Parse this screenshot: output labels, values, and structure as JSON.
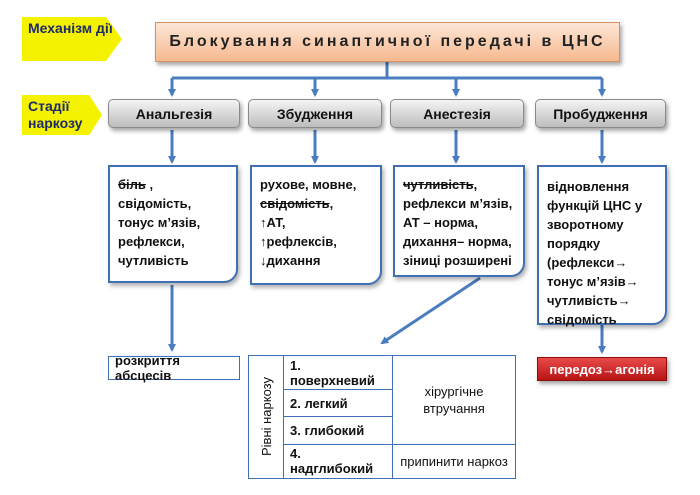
{
  "labels": {
    "mechanism": "Механізм дії",
    "stages": "Стадії наркозу"
  },
  "title": "Блокування синаптичної передачі в ЦНС",
  "stages": [
    {
      "name": "Анальгезія"
    },
    {
      "name": "Збудження"
    },
    {
      "name": "Анестезія"
    },
    {
      "name": "Пробудження"
    }
  ],
  "cards": {
    "analgesia": [
      "біль",
      " ,",
      "свідомість,",
      "тонус м’язів,",
      "рефлекси,",
      "чутливість"
    ],
    "excitation": [
      "рухове, мовне,",
      "свідомість",
      ",",
      "↑АТ,",
      "↑рефлексів,",
      "↓дихання"
    ],
    "anesthesia": [
      "чутливість",
      ",",
      "рефлекси м’язів,",
      "АТ – норма,",
      "дихання– норма,",
      "зіниці розширені"
    ],
    "awakening": [
      "відновлення функцій ЦНС у зворотному порядку (рефлекси→ тонус м’язів→ чутливість→ свідомість"
    ]
  },
  "abscess": "розкриття абсцесів",
  "agony": "передоз→агонія",
  "levels": {
    "header": "Рівні наркозу",
    "rows": [
      "1. поверхневий",
      "2. легкий",
      "3. глибокий",
      "4. надглибокий"
    ],
    "surgery": "хірургічне втручання",
    "stop": "припинити наркоз"
  },
  "colors": {
    "tag": "#f5f200",
    "card_border": "#3f6fb4",
    "title_fill": "#f6b98f",
    "agony_fill": "#c8191a"
  }
}
